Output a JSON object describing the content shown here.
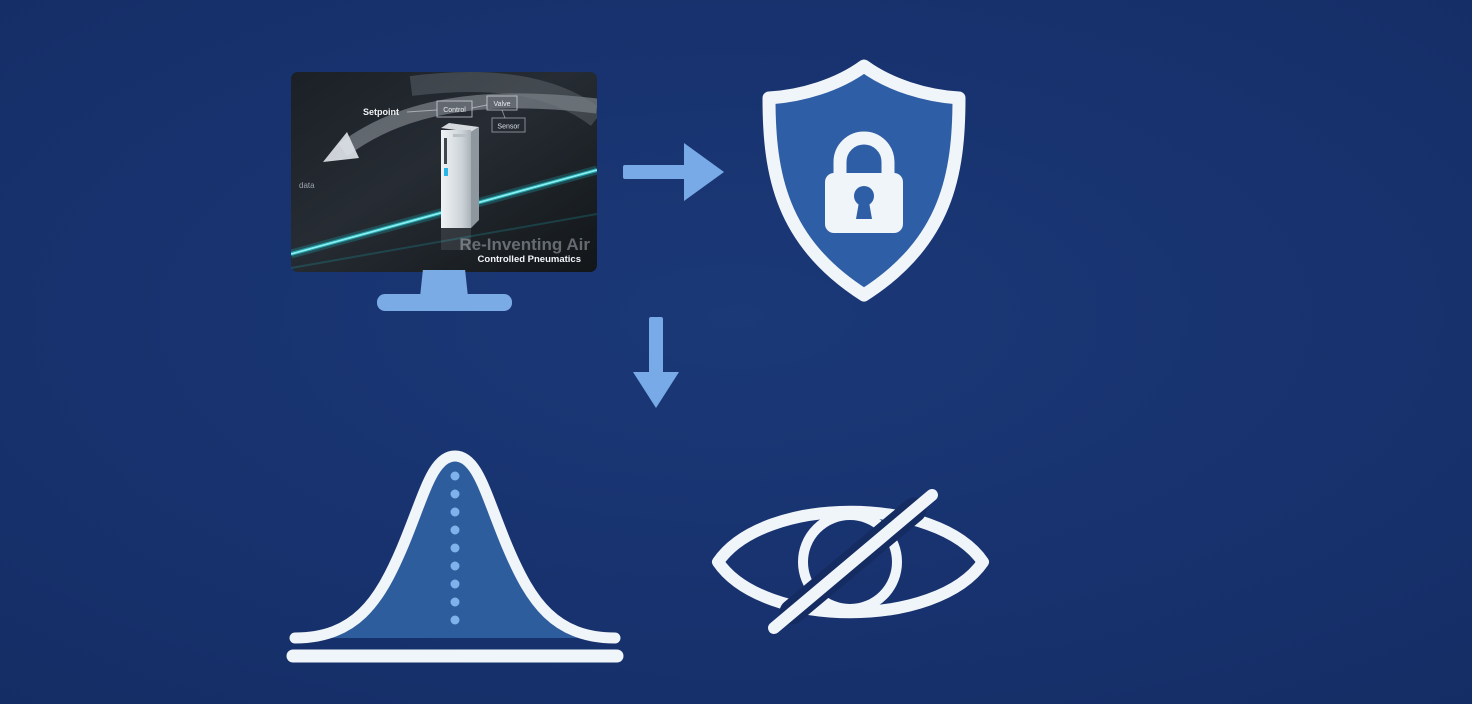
{
  "colors": {
    "background": "#16306b",
    "accent_blue": "#77aae6",
    "shield_fill": "#2e5ea6",
    "curve_fill": "#2e5d9e",
    "outline_white": "#f0f5fa",
    "teal_glow": "#2adbe4"
  },
  "monitor": {
    "screen_labels": {
      "setpoint": "Setpoint",
      "control": "Control",
      "valve": "Valve",
      "sensor": "Sensor",
      "data": "data"
    },
    "watermark": "Re-Inventing Air",
    "caption": "Controlled Pneumatics"
  },
  "icons": {
    "monitor": "monitor-screen-illustration",
    "arrow_right": "arrow-right-icon",
    "shield": "shield-lock-icon",
    "arrow_down": "arrow-down-icon",
    "distribution": "bell-curve-icon",
    "hidden": "eye-slash-icon"
  }
}
